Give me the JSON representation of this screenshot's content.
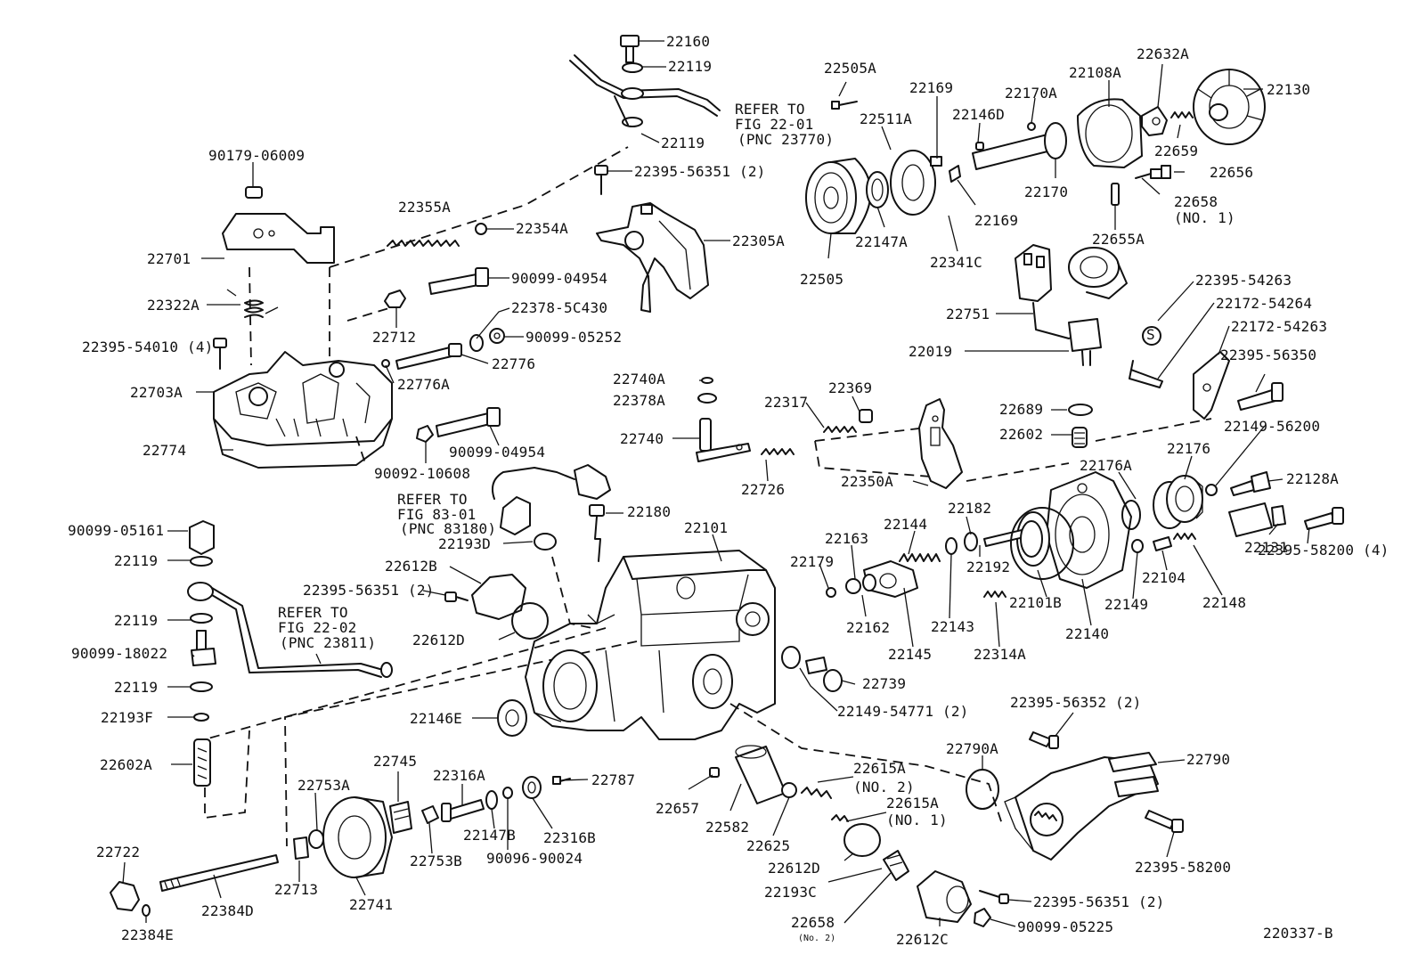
{
  "diagram_code": "220337-B",
  "labels": {
    "l22160": "22160",
    "l22119a": "22119",
    "l22119b": "22119",
    "refer1_a": "REFER TO",
    "refer1_b": "FIG 22-01",
    "refer1_c": "(PNC 23770)",
    "l22395_56351_top": "22395-56351 (2)",
    "l90179": "90179-06009",
    "l22355a": "22355A",
    "l22354a": "22354A",
    "l22701": "22701",
    "l22305a": "22305A",
    "l90099_04954a": "90099-04954",
    "l22322a": "22322A",
    "l22378_5c430": "22378-5C430",
    "l22712": "22712",
    "l90099_05252": "90099-05252",
    "l22395_54010": "22395-54010 (4)",
    "l22776": "22776",
    "l22776a": "22776A",
    "l22703a": "22703A",
    "l22774": "22774",
    "l90099_04954b": "90099-04954",
    "l90092_10608": "90092-10608",
    "l22505a": "22505A",
    "l22169a": "22169",
    "l22511a": "22511A",
    "l22170a": "22170A",
    "l22146d": "22146D",
    "l22108a": "22108A",
    "l22632a": "22632A",
    "l22130": "22130",
    "l22659": "22659",
    "l22656": "22656",
    "l22170": "22170",
    "l22169b": "22169",
    "l22658": "22658",
    "l22658_no1": "(NO. 1)",
    "l22147a": "22147A",
    "l22341c": "22341C",
    "l22505": "22505",
    "l22655a": "22655A",
    "l22395_54263": "22395-54263",
    "l22172_54264": "22172-54264",
    "l22172_54263": "22172-54263",
    "l22751": "22751",
    "l22019": "22019",
    "l22395_56350": "22395-56350",
    "l22740a": "22740A",
    "l22378a": "22378A",
    "l22317": "22317",
    "l22369": "22369",
    "l22740": "22740",
    "l22726": "22726",
    "l22689": "22689",
    "l22602": "22602",
    "l22149_56200": "22149-56200",
    "l22350a": "22350A",
    "l22176": "22176",
    "l22176a": "22176A",
    "l22128a": "22128A",
    "refer2_a": "REFER TO",
    "refer2_b": "FIG 83-01",
    "refer2_c": "(PNC 83180)",
    "l22180": "22180",
    "l22101": "22101",
    "l22193d": "22193D",
    "l22144": "22144",
    "l22182": "22182",
    "l22163": "22163",
    "l90099_05161": "90099-05161",
    "l22119c": "22119",
    "l22612b": "22612B",
    "l22395_56351_mid": "22395-56351 (2)",
    "l22179": "22179",
    "l22192": "22192",
    "l22131": "22131",
    "l22395_58200_4": "22395-58200 (4)",
    "l22104": "22104",
    "refer3_a": "REFER TO",
    "refer3_b": "FIG 22-02",
    "refer3_c": "(PNC 23811)",
    "l22119d": "22119",
    "l22162": "22162",
    "l22143": "22143",
    "l22101b": "22101B",
    "l22149": "22149",
    "l22148": "22148",
    "l22612d_a": "22612D",
    "l90099_18022": "90099-18022",
    "l22145": "22145",
    "l22140": "22140",
    "l22314a": "22314A",
    "l22739": "22739",
    "l22119e": "22119",
    "l22149_54771": "22149-54771 (2)",
    "l22193f": "22193F",
    "l22146e": "22146E",
    "l22395_56352": "22395-56352 (2)",
    "l22790a": "22790A",
    "l22790": "22790",
    "l22602a": "22602A",
    "l22615a_2": "22615A",
    "l22615a_2b": "(NO. 2)",
    "l22745": "22745",
    "l22316a": "22316A",
    "l22787": "22787",
    "l22753a": "22753A",
    "l22657": "22657",
    "l22615a_1": "22615A",
    "l22615a_1b": "(NO. 1)",
    "l22147b": "22147B",
    "l22316b": "22316B",
    "l22582": "22582",
    "l22625": "22625",
    "l22722": "22722",
    "l22753b": "22753B",
    "l90096_90024": "90096-90024",
    "l22612d_b": "22612D",
    "l22395_58200": "22395-58200",
    "l22713": "22713",
    "l22193c": "22193C",
    "l22741": "22741",
    "l22384d": "22384D",
    "l22395_56351_bot": "22395-56351 (2)",
    "l22658b": "22658",
    "l22658b_no2": "(No. 2)",
    "l90099_05225": "90099-05225",
    "l22384e": "22384E",
    "l22612c": "22612C"
  }
}
